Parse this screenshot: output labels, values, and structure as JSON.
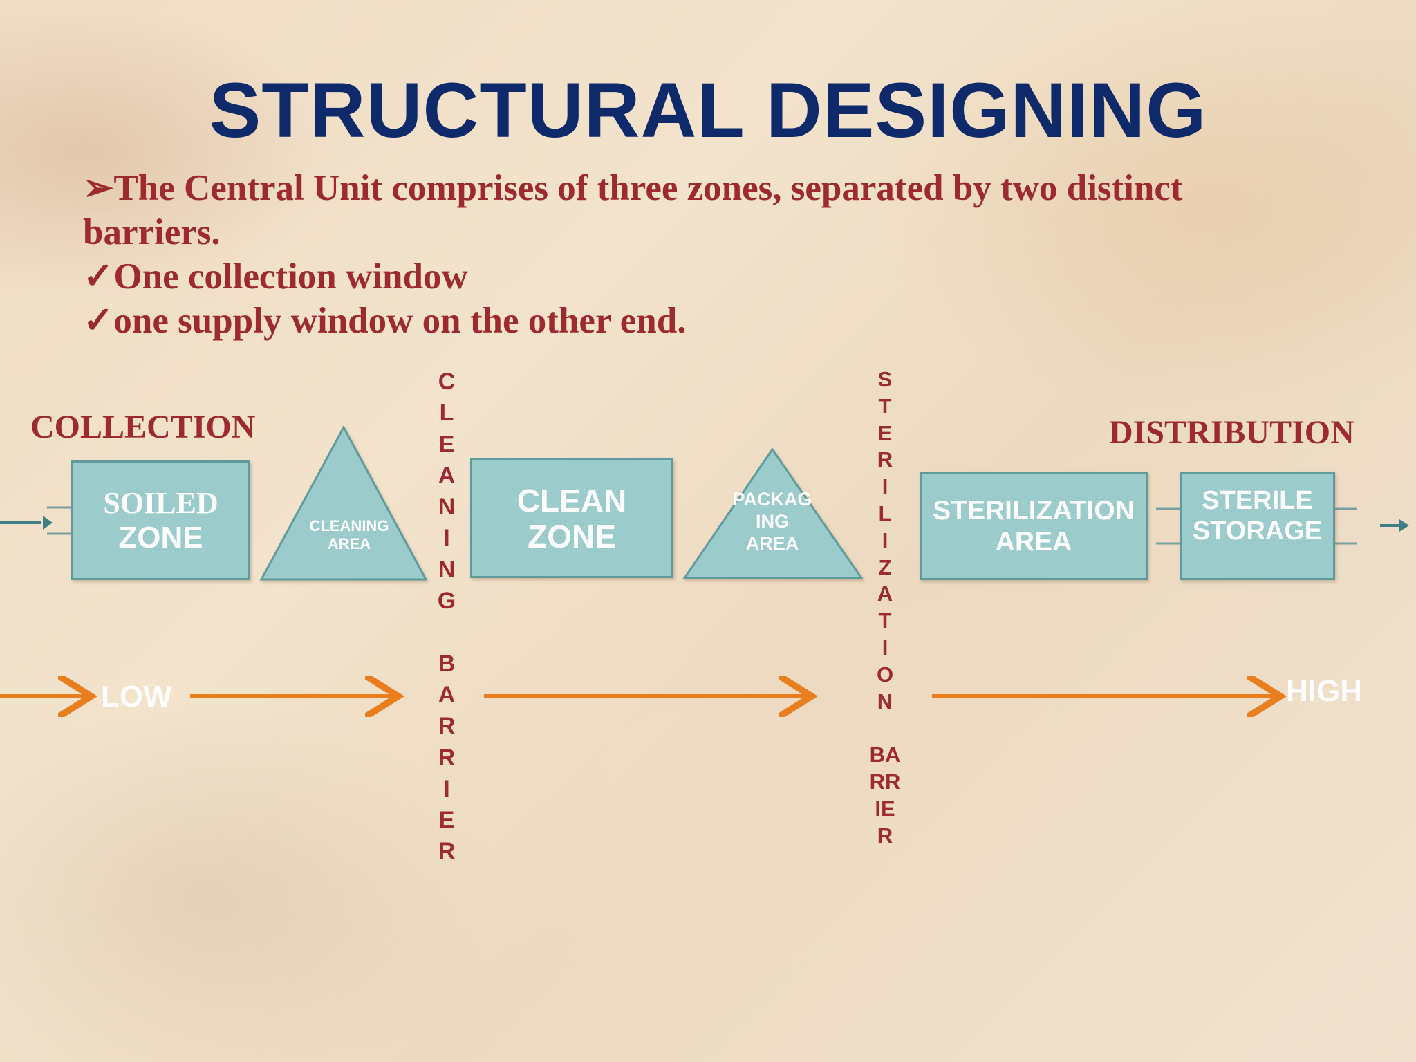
{
  "title": "STRUCTURAL DESIGNING",
  "bullets": [
    {
      "marker": "➢",
      "text": "The Central Unit comprises of three zones, separated by two distinct"
    },
    {
      "marker": "",
      "text": "barriers."
    },
    {
      "marker": "✓",
      "text": "One collection window"
    },
    {
      "marker": "✓",
      "text": "one supply window on the other end."
    }
  ],
  "labels": {
    "collection": "COLLECTION",
    "distribution": "DISTRIBUTION"
  },
  "zones": {
    "soiled_line1": "SOILED",
    "soiled_line2": "ZONE",
    "cleaning_area": "CLEANING\nAREA",
    "clean_line1": "CLEAN",
    "clean_line2": "ZONE",
    "packaging_area": "PACKAG\nING\nAREA",
    "sterilization_line1": "STERILIZATION",
    "sterilization_line2": "AREA",
    "storage_line1": "STERILE",
    "storage_line2": "STORAGE"
  },
  "barriers": {
    "cleaning": "C\nL\nE\nA\nN\nI\nN\nG\n\nB\nA\nR\nR\nI\nE\nR",
    "sterilization": "S\nT\nE\nR\nI\nL\nI\nZ\nA\nT\nI\nO\nN\n\nBA\nRR\nIE\nR"
  },
  "flow": {
    "low": "LOW",
    "high": "HIGH"
  },
  "colors": {
    "title": "#0f2a6b",
    "accent_red": "#9c2a2e",
    "box_fill": "#9ccbcc",
    "box_border": "#5f9b9d",
    "arrow": "#e87e1e",
    "connector": "#3f7f84"
  }
}
